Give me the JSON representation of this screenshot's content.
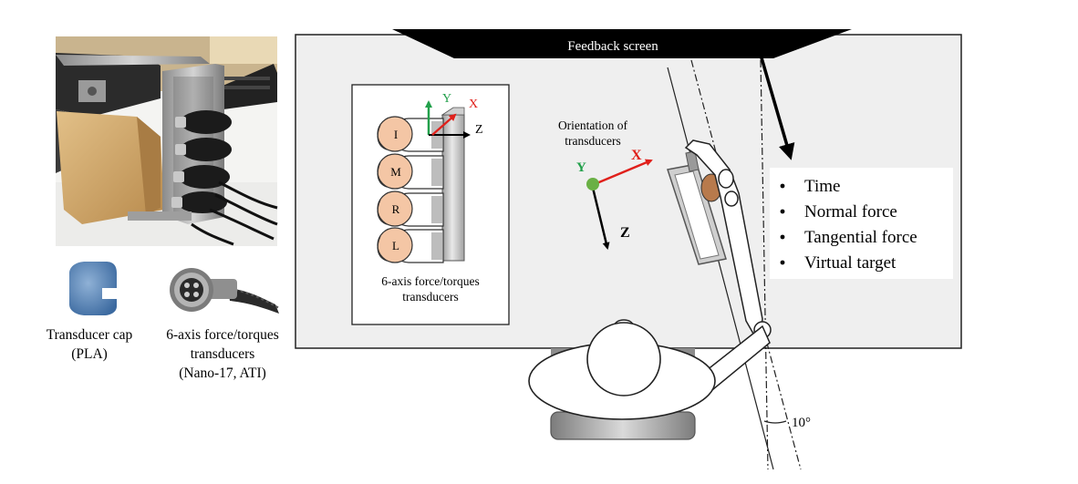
{
  "top_screen": {
    "label": "Feedback screen"
  },
  "photo_caps": {
    "cap_label_line1": "Transducer cap",
    "cap_label_line2": "(PLA)",
    "sensor_label_line1": "6-axis force/torques",
    "sensor_label_line2": "transducers",
    "sensor_label_line3": "(Nano-17, ATI)"
  },
  "inset": {
    "axis_y": "Y",
    "axis_x": "X",
    "axis_z": "Z",
    "fingers": [
      "I",
      "M",
      "R",
      "L"
    ],
    "caption_line1": "6-axis force/torques",
    "caption_line2": "transducers"
  },
  "orientation": {
    "title_line1": "Orientation of",
    "title_line2": "transducers",
    "axis_y": "Y",
    "axis_x": "X",
    "axis_z": "Z"
  },
  "feedback_items": [
    "Time",
    "Normal force",
    "Tangential force",
    "Virtual target"
  ],
  "angle_label": "10°",
  "colors": {
    "panel_bg": "#efefef",
    "finger_fill": "#f4c6a5",
    "axis_green": "#22a04b",
    "axis_red": "#e0201b",
    "dot_green": "#6ab045",
    "screen_black": "#000000"
  },
  "icons": {
    "transducer_cap": "cap-photo-icon",
    "nano17_sensor": "sensor-photo-icon",
    "hand_apparatus": "apparatus-photo-icon"
  }
}
